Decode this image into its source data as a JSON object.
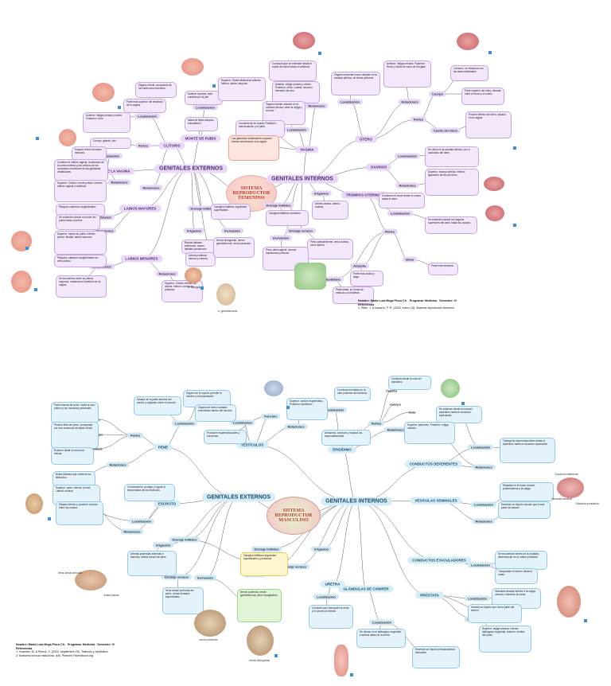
{
  "female_map": {
    "hub": "SISTEMA REPRODUCTOR FEMENINO",
    "branches": {
      "externos": "GENITALES EXTERNOS",
      "internos": "GENITALES INTERNOS"
    },
    "topics": {
      "monte": "MONTE DE PUBIS",
      "clitoris": "CLÍTORIS",
      "vestibulo": "VESTÍBULO DE LA VAGINA",
      "labios_mayores": "LABIOS MAYORES",
      "labios_menores": "LABIOS MENORES",
      "vagina": "VAGINA",
      "utero": "ÚTERO",
      "ovarios": "OVARIOS",
      "trompas": "TROMPAS UTERINAS"
    },
    "labels": {
      "localizacion": "Localización",
      "relaciones": "Relaciones",
      "partes": "Partes",
      "irrigacion": "Irrigación",
      "inervacion": "Inervación",
      "drenaje": "Drenaje venoso",
      "linfatico": "Drenaje linfático",
      "ampolla": "Ampolla",
      "istmo": "Istmo",
      "infundibulo": "Infundíbulo",
      "cuerpo": "Cuerpo",
      "cuello": "Cuello del útero"
    },
    "notes": {
      "n1": "Órgano eréctil, compuesto de los tubérculos erectores",
      "n2": "Parte más superior del vestíbulo de la vagina",
      "n3": "Anterior: Vejiga urinaria y uretra. Posterior: recto",
      "n4": "Cuerpo, glande, raíz",
      "n5": "Espacio entre los labios menores",
      "n6": "Contiene el orificio vaginal, la abertura de la uretra externa y los orificios de los conductos excretores de las glándulas vestibulares",
      "n7": "Superior: Clítoris, monte púbico. Inferior: orificio vaginal y vestíbulo",
      "n8": "Pliegues cutáneos longitudinales",
      "n9": "Se extienden desde el monte del pubis hasta el periné",
      "n10": "Superior: monte de pubis. Inferior: periné. Medial: labios menores",
      "n11": "Pliegues cutáneos longitudinales sin vello púbico",
      "n12": "Se encuentran entre los labios mayores, rodeando el vestíbulo de la vagina",
      "n13": "Superior: Clítoris, frenillo del clítoris. Inferior: comisura posterior",
      "n14": "Ramos labiales anteriores, ramos labiales posteriores",
      "n15": "Ganglios linfáticos inguinales superficiales",
      "n16": "Arteria pudenda interna y externa",
      "n17": "Nervio ilioinguinal, nervio genitofemoral, nervio pudendo",
      "n18": "Anterior al pubis, está cubierta por la piel",
      "n19": "Masa de tejido adiposo subcutáneo",
      "n20": "Superior: Pared abdominal anterior. Inferior: labios mayores",
      "n21": "Conducto que se extiende desde el cuello del útero hasta el vestíbulo",
      "n22": "Anterior: vejiga urinaria y uretra. Posterior: recto. Lateral: músculo elevador del ano",
      "n23": "Órgano tubular ubicado en la cavidad pélvica, entre la vejiga y el recto",
      "n24": "Conducto de la cópula. Facilita la menstruación y el parto",
      "n25": "Las glándulas vestibulares mayores drenan secreciones a la vagina",
      "n26": "Órgano muscular hueco ubicado en la cavidad pélvica, de forma piriforme",
      "n27": "Anterior: Vejiga urinaria. Posterior: Recto y fondo de saco de Douglas",
      "n28": "Cóncavo, se relaciona con las asas intestinales",
      "n29": "Parte superior del útero, situada entre el fondo y el cuello",
      "n30": "Porción inferior del útero, situado en la vagina",
      "n31": "Se ubica en la cavidad pélvica, uno a cada lado del útero",
      "n32": "Superior: trompa uterina. Inferior: ligamento ancho del útero",
      "n33": "Conducen el óvulo desde el ovario hasta el útero",
      "n34": "Se extienden desde los ángulos superiores del útero hasta los ovarios",
      "n35": "Parte más ancha y larga",
      "n36": "Parte más estrecha",
      "n37": "Parte distal, en forma de embudo con fimbrias",
      "n38": "Ganglios linfáticos lumbares",
      "n39": "Arteria uterina, arteria ovárica",
      "n40": "Plexo pampiniforme, vena ovárica, vena uterina",
      "n41": "Plexo uterovaginal, nervios esplácnicos pélvicos"
    },
    "footer": {
      "name": "Nombre: Maria Luza Mega Pisco Ch.",
      "programa": "Programa: Medicina",
      "semestre": "Semestre: IV",
      "ref_label": "Referencias",
      "ref1": "1. Rilke, J. & Navarro, P. R. (2025, enero 15). Sistema reproductor femenino"
    },
    "illustration_labels": {
      "ill1": "n. ilioinguinal",
      "ill2": "n. genitofemoral"
    }
  },
  "male_map": {
    "hub": "SISTEMA REPRODUCTOR MASCULINO",
    "branches": {
      "externos": "GENITALES EXTERNOS",
      "internos": "GENITALES INTERNOS"
    },
    "topics": {
      "pene": "PENE",
      "escroto": "ESCROTO",
      "testiculos": "TESTÍCULOS",
      "epididimo": "EPIDÍDIMO",
      "conductos_def": "CONDUCTOS DEFERENTES",
      "vesiculas": "VESÍCULAS SEMINALES",
      "eyaculadores": "CONDUCTOS EYACULADORES",
      "prostata": "PRÓSTATA",
      "uretra": "URETRA",
      "cowper": "GLÁNDULAS DE COWPER"
    },
    "labels": {
      "localizacion": "Localización",
      "relaciones": "Relaciones",
      "partes": "Partes",
      "irrigacion": "Irrigación",
      "inervacion": "Inervación",
      "drenaje": "Drenaje venoso",
      "linfatico": "Drenaje linfático",
      "funcion": "Función",
      "raiz": "Raíz",
      "cuerpo": "Cuerpo",
      "glande": "Glande",
      "cabeza": "Cabeza",
      "cola": "Cola"
    },
    "notes": {
      "m1": "Órgano de la cópula, permite la micción y la eyaculación",
      "m2": "Situado en la parte anterior del periné y colgando sobre el escroto",
      "m3": "Parte interna del pene, unida al arco púbico y los músculos perineales",
      "m4": "Porción libre del pene, compuesta por tres columnas de tejido eréctil",
      "m5": "Extremo distal en forma de bellota",
      "m6": "Bolsa cutánea que contiene los testículos",
      "m7": "Superior: pene. Inferior: periné. Lateral: muslos",
      "m8": "Situado inferior y posterior al pene, entre los muslos",
      "m9": "Conocimiento, protege y regula la temperatura de los testículos",
      "m10": "Órgano de forma ovalada encontrado dentro del escroto",
      "m11": "Producen espermatozoides y hormonas",
      "m12": "Superior: cordón espermático. Posterior: epidídimo",
      "m13": "Conducto enrollado en la cara posterior del testículo",
      "m14": "Almacena, conduce y madura los espermatozoides",
      "m15": "Continúa desde la cola del epidídimo",
      "m16": "Se extiende desde la cola del epidídimo hasta el conducto eyaculador",
      "m17": "Superior: peritoneo. Posterior: vejiga urinaria",
      "m18": "Transporta espermatozoides desde el epidídimo hasta el conducto eyaculador",
      "m19": "Situadas en el fondo vesical, posterolateral a la vejiga",
      "m20": "Secretan un líquido viscoso que forma parte del semen",
      "m21": "Se encuentran dentro de la próstata, desembocan en la uretra prostática",
      "m22": "Transportan el semen hasta la uretra",
      "m23": "Glándula ubicada inferior a la vejiga urinaria, rodeando la uretra",
      "m24": "Superior: vejiga urinaria. Inferior: diafragma urogenital. Anterior: sínfisis del pubis",
      "m25": "Secreta un líquido que forma parte del semen",
      "m26": "Conducto que transporta la orina y el semen al exterior",
      "m27": "Se ubican en el diafragma urogenital, a ambos lados de la uretra",
      "m28": "Secretan un líquido preeyaculatorio lubricante",
      "m29": "Ganglios linfáticos inguinales superficiales y profundos",
      "m30": "Arterias pudendas externas e internas, arteria dorsal del pene",
      "m31": "Vena dorsal profunda del pene, venas dorsales superficiales",
      "m32": "Nervio pudendo, nervio genitofemoral, plexo hipogástrico"
    },
    "footer": {
      "name": "Nombre: Maria Luza Mega Pisco Ch.",
      "programa": "Programa: Medicina",
      "semestre": "Semestre: IV",
      "ref_label": "Referencias",
      "ref1": "1. Huamán, M. & Rivera, S. (2023, septiembre 29). Testículo y epidídimo.",
      "ref2": "2. Anatomía sexual masculina. (s/f). Planned Parenthood.org."
    },
    "illustration_labels": {
      "ill1": "Conducto deferente",
      "ill2": "Vesícula seminal",
      "ill3": "Glándula prostática",
      "ill4": "Vena dorsal profunda",
      "ill5": "Arteria dorsal",
      "ill6": "nervio pudendo",
      "ill7": "nervio ilioinguinal"
    }
  }
}
